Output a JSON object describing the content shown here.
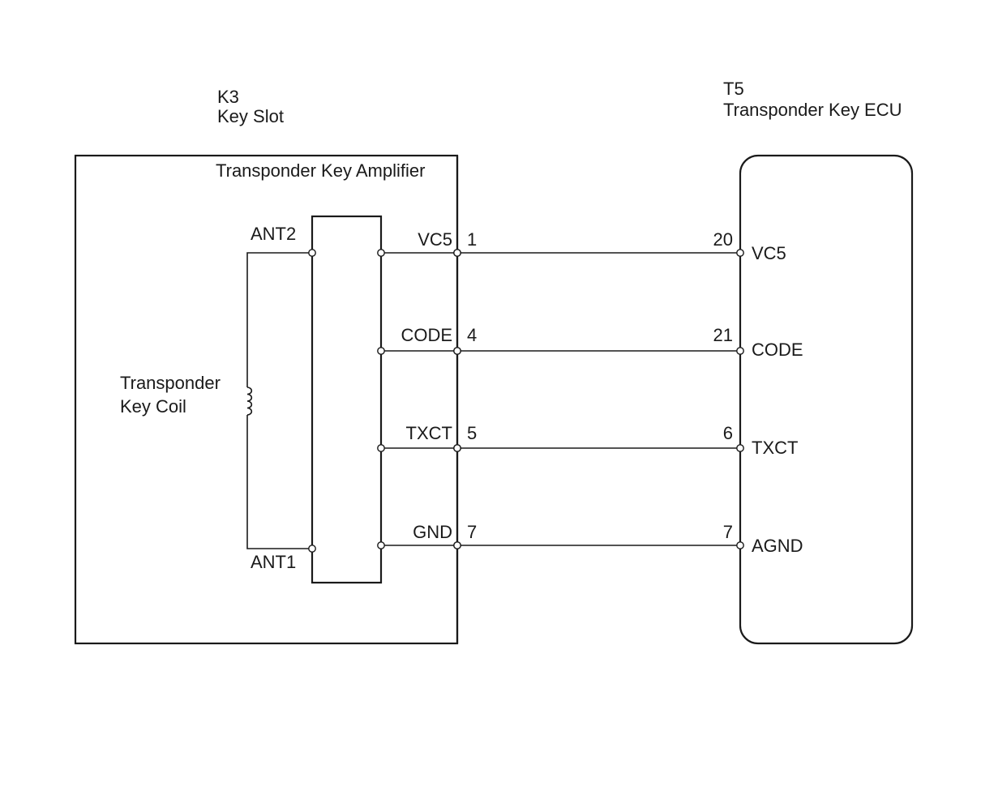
{
  "left_component": {
    "code": "K3",
    "name": "Key Slot",
    "module": "Transponder Key Amplifier",
    "coil_label_line1": "Transponder",
    "coil_label_line2": "Key Coil",
    "antenna_top": "ANT2",
    "antenna_bottom": "ANT1"
  },
  "right_component": {
    "code": "T5",
    "name": "Transponder Key ECU"
  },
  "connections": [
    {
      "left_signal": "VC5",
      "left_pin": "1",
      "right_pin": "20",
      "right_signal": "VC5"
    },
    {
      "left_signal": "CODE",
      "left_pin": "4",
      "right_pin": "21",
      "right_signal": "CODE"
    },
    {
      "left_signal": "TXCT",
      "left_pin": "5",
      "right_pin": "6",
      "right_signal": "TXCT"
    },
    {
      "left_signal": "GND",
      "left_pin": "7",
      "right_pin": "7",
      "right_signal": "AGND"
    }
  ]
}
